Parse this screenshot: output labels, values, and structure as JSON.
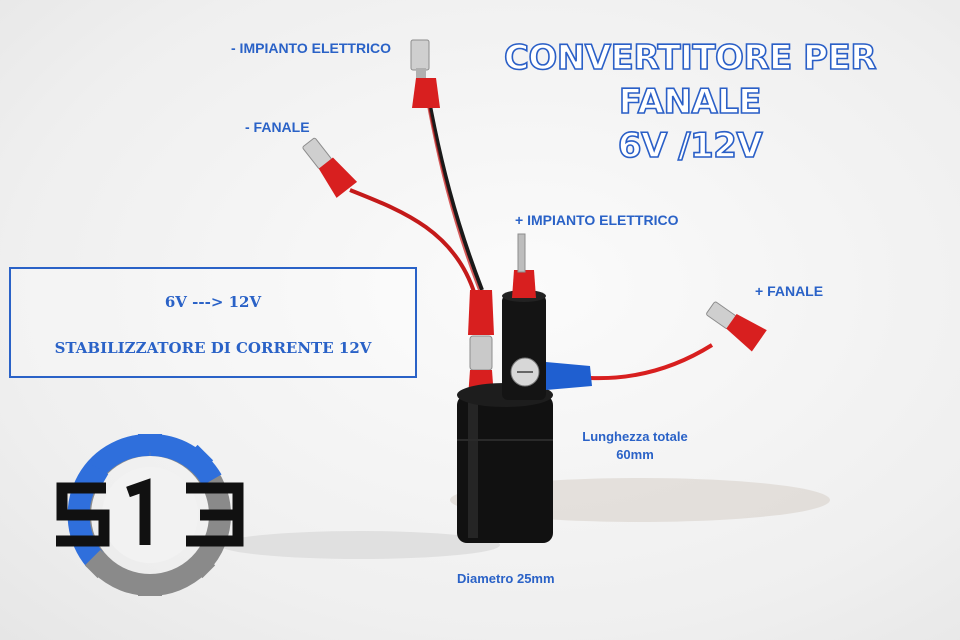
{
  "title": {
    "line1": "CONVERTITORE PER FANALE",
    "line2": "6V /12V"
  },
  "labels": {
    "minus_impianto": "- IMPIANTO ELETTRICO",
    "minus_fanale": "- FANALE",
    "plus_impianto": "+ IMPIANTO ELETTRICO",
    "plus_fanale": "+ FANALE",
    "length_line1": "Lunghezza totale",
    "length_line2": "60mm",
    "diameter": "Diametro 25mm"
  },
  "spec_box": {
    "line1": "6V ---> 12V",
    "line2": "STABILIZZATORE DI CORRENTE 12V"
  },
  "logo": {
    "text": "S13",
    "colors": {
      "gear_blue": "#2f6fdc",
      "gear_gray": "#8a8a8a",
      "letters": "#111111"
    }
  },
  "colors": {
    "accent": "#2a62c7",
    "wire_red": "#d81f1f",
    "wire_black": "#1a1a1a",
    "connector_blue": "#1f5fd0",
    "body_black": "#121212"
  }
}
